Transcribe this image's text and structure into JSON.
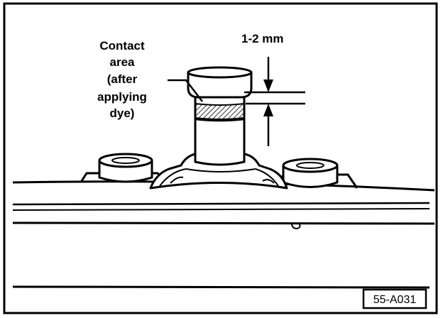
{
  "labels": {
    "contact_area": [
      "Contact",
      "area",
      "(after",
      "applying",
      "dye)"
    ],
    "dimension": "1-2 mm",
    "figure_id": "55-A031"
  },
  "colors": {
    "ink": "#000000",
    "paper": "#ffffff"
  }
}
